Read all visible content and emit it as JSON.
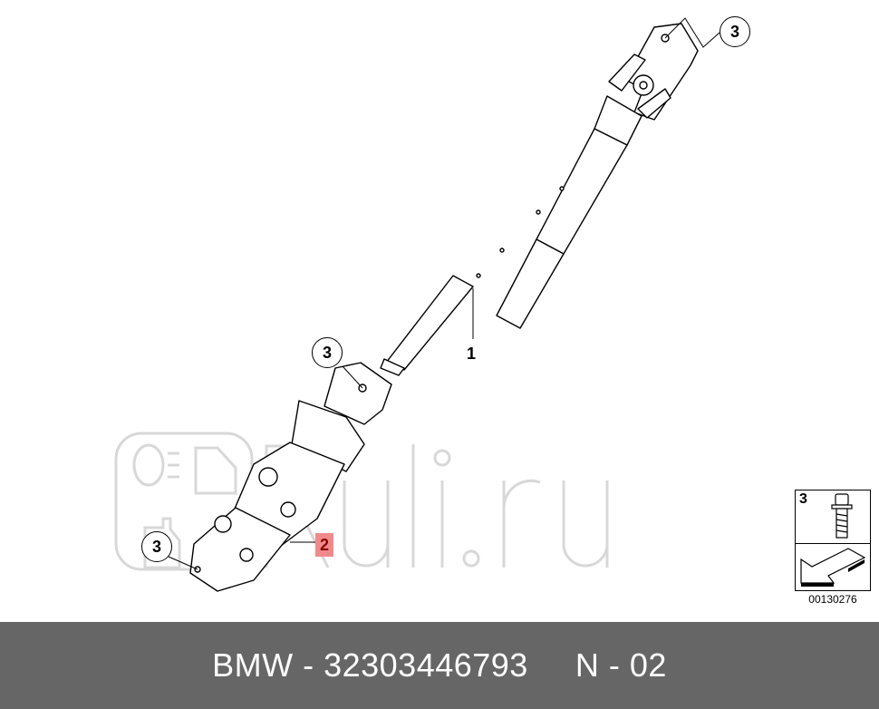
{
  "diagram": {
    "callouts": [
      {
        "id": "callout-top-right",
        "label": "3"
      },
      {
        "id": "callout-middle",
        "label": "3"
      },
      {
        "id": "callout-bottom-left",
        "label": "3"
      }
    ],
    "part_labels": {
      "steering_shaft": "1",
      "universal_joint": "2"
    },
    "highlight_color": "#f08a8a",
    "legend": {
      "item_number": "3",
      "item_icon": "bolt-icon",
      "direction_icon": "arrow-icon"
    },
    "diagram_id": "00130276",
    "watermark": "Ruli.ru"
  },
  "footer": {
    "brand": "BMW",
    "separator": "-",
    "part_number": "32303446793",
    "position_label": "N",
    "position_separator": "-",
    "position_value": "02",
    "background": "#666666"
  }
}
